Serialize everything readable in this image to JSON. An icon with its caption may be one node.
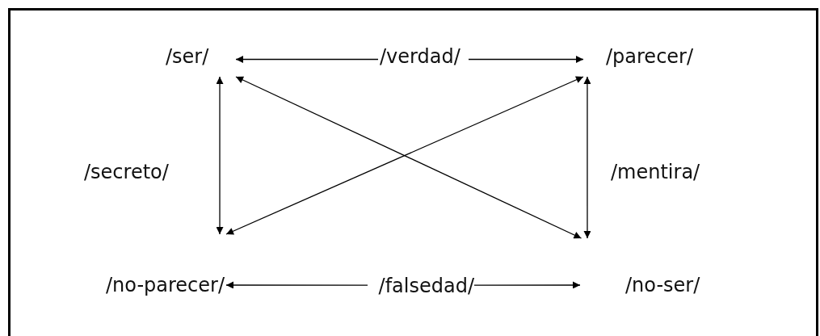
{
  "diagram": {
    "nodes": [
      {
        "text": [
          "/ser/"
        ]
      },
      {
        "text": [
          "/verdad/"
        ]
      },
      {
        "text": [
          "/parecer/"
        ]
      },
      {
        "text": [
          "/secreto/"
        ]
      },
      {
        "text": [
          "/mentira/"
        ]
      },
      {
        "text": [
          "/no-parecer/"
        ]
      },
      {
        "text": [
          "/falsedad/"
        ]
      },
      {
        "text": [
          "/no-ser/"
        ]
      }
    ],
    "edges": [
      {
        "from": 1,
        "to": 0,
        "arrow": "to"
      },
      {
        "from": 1,
        "to": 2,
        "arrow": "to"
      },
      {
        "from": 0,
        "to": 5,
        "arrow": "both"
      },
      {
        "from": 2,
        "to": 7,
        "arrow": "both"
      },
      {
        "from": 0,
        "to": 7,
        "arrow": "both"
      },
      {
        "from": 5,
        "to": 2,
        "arrow": "both"
      },
      {
        "from": 6,
        "to": 5,
        "arrow": "to"
      },
      {
        "from": 6,
        "to": 7,
        "arrow": "to"
      }
    ]
  }
}
